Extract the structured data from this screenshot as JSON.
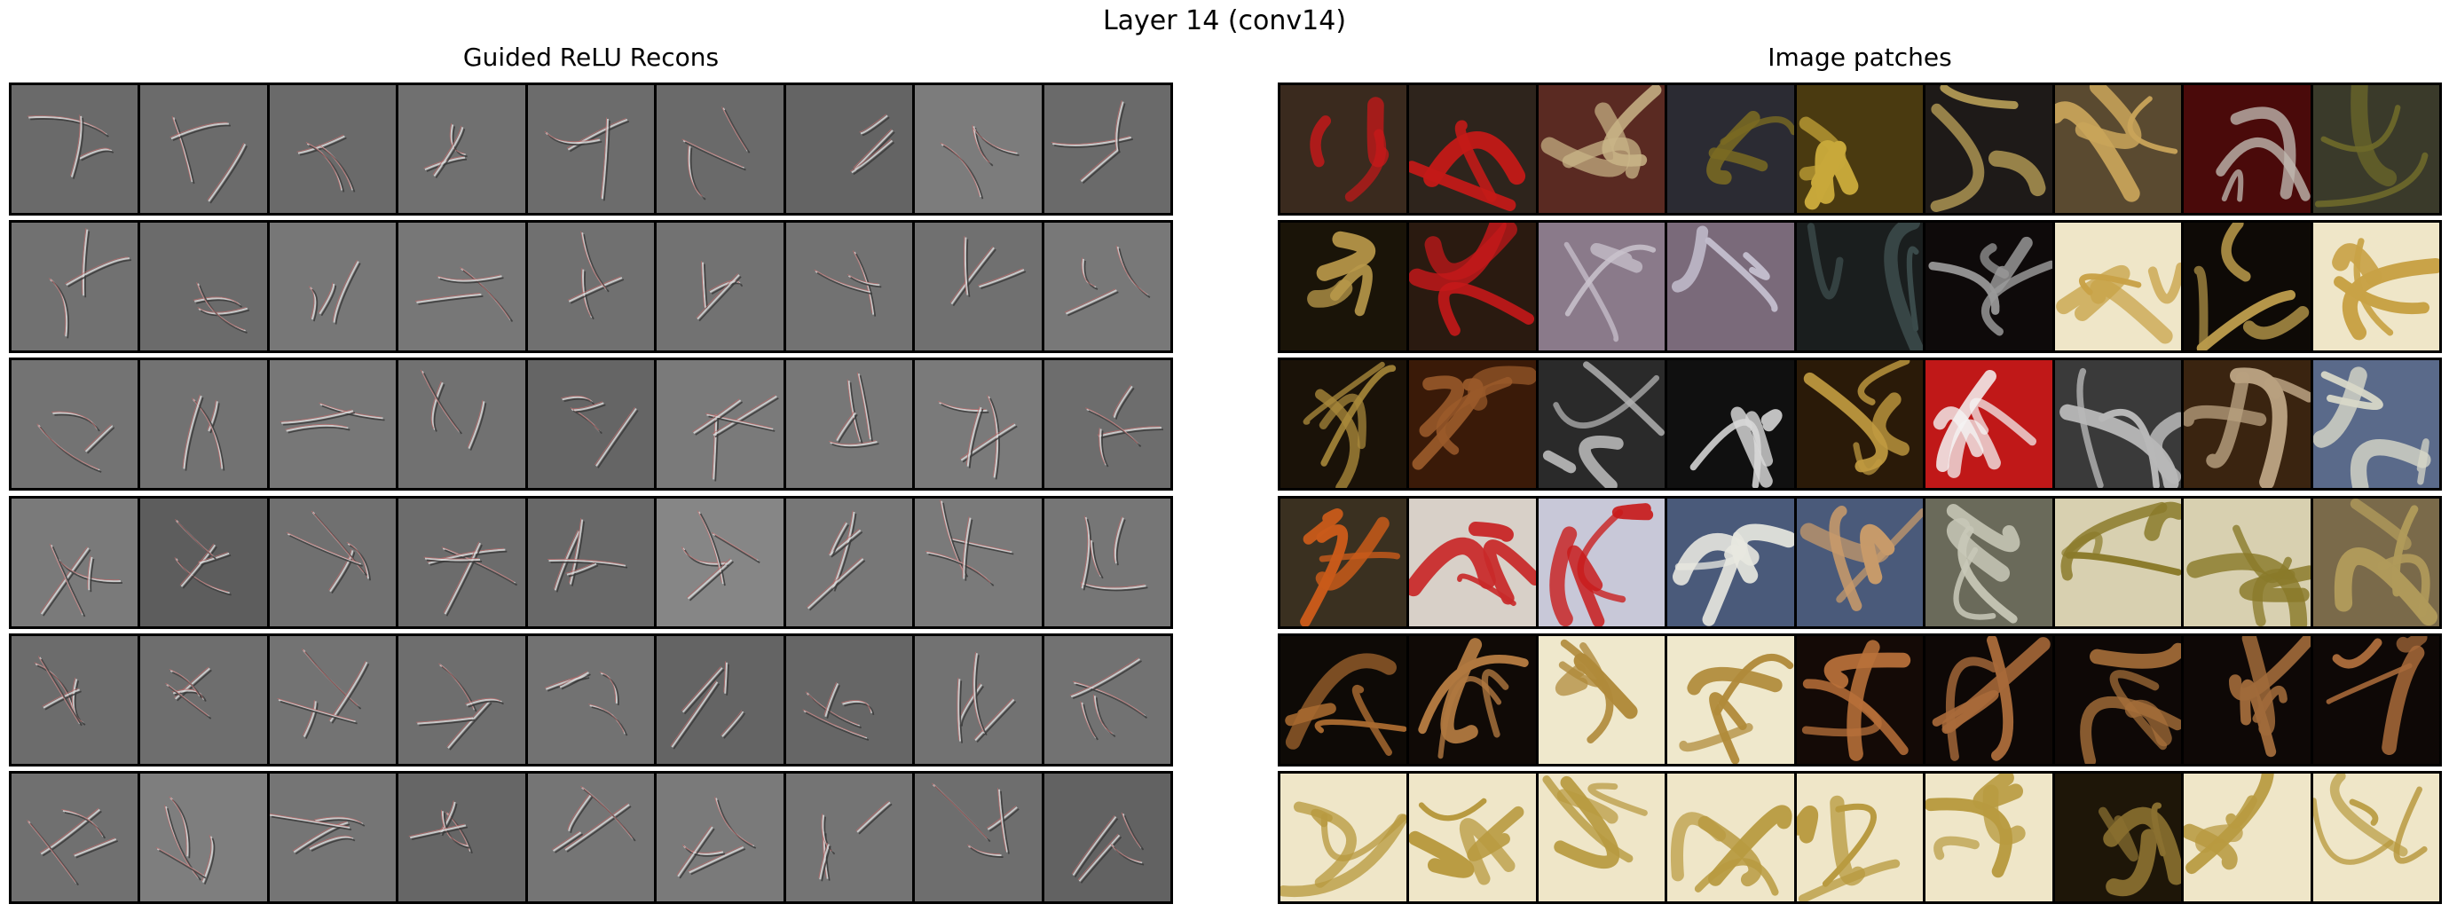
{
  "figure": {
    "title": "Layer 14 (conv14)",
    "left_title": "Guided ReLU Recons",
    "right_title": "Image patches"
  },
  "recon_rows": [
    [
      "#6a6a6a",
      "#6b6b6b",
      "#6a6a6a",
      "#707070",
      "#6c6c6c",
      "#6a6a6a",
      "#646464",
      "#7c7c7c",
      "#6a6a6a"
    ],
    [
      "#717171",
      "#6b6b6b",
      "#777777",
      "#777777",
      "#707070",
      "#727272",
      "#727272",
      "#707070",
      "#787878"
    ],
    [
      "#737373",
      "#727272",
      "#777777",
      "#717171",
      "#656565",
      "#7a7a7a",
      "#777777",
      "#7a7a7a",
      "#6d6d6d"
    ],
    [
      "#7a7a7a",
      "#5d5d5d",
      "#707070",
      "#6c6c6c",
      "#686868",
      "#868686",
      "#777777",
      "#7a7a7a",
      "#767676"
    ],
    [
      "#6c6c6c",
      "#6e6e6e",
      "#737373",
      "#6e6e6e",
      "#727272",
      "#646464",
      "#666666",
      "#727272",
      "#727272"
    ],
    [
      "#707070",
      "#7e7e7e",
      "#757575",
      "#666666",
      "#757575",
      "#7a7a7a",
      "#747474",
      "#6e6e6e",
      "#626262"
    ]
  ],
  "patch_rows": [
    [
      [
        "#3a2a1e",
        "#c8181a"
      ],
      [
        "#2e241c",
        "#c41a18"
      ],
      [
        "#5a2a22",
        "#c9b487"
      ],
      [
        "#2b2b33",
        "#7a6a22"
      ],
      [
        "#4a3a10",
        "#c8a83a"
      ],
      [
        "#1e1a18",
        "#b39a55"
      ],
      [
        "#5a4a30",
        "#c9a45a"
      ],
      [
        "#4a0a0a",
        "#c0b8b0"
      ],
      [
        "#3a3a2a",
        "#6e6a2a"
      ]
    ],
    [
      [
        "#1a1408",
        "#b8984a"
      ],
      [
        "#2a1a10",
        "#c4181a"
      ],
      [
        "#8a7a8a",
        "#c9c2cc"
      ],
      [
        "#7a6a7a",
        "#c2bccc"
      ],
      [
        "#1a1e1e",
        "#3a4a4a"
      ],
      [
        "#0e0a0a",
        "#9a9a9a"
      ],
      [
        "#efe6c8",
        "#c8a246"
      ],
      [
        "#0e0a06",
        "#b8984a"
      ],
      [
        "#efe6c8",
        "#c8a246"
      ]
    ],
    [
      [
        "#1a1208",
        "#a8883a"
      ],
      [
        "#3a1a08",
        "#9a5a2a"
      ],
      [
        "#2a2a2a",
        "#b0b0b0"
      ],
      [
        "#101010",
        "#d8d8d8"
      ],
      [
        "#2a1a08",
        "#c09a40"
      ],
      [
        "#c01818",
        "#f4f4f4"
      ],
      [
        "#3a3a3a",
        "#b8b8b8"
      ],
      [
        "#3a2410",
        "#b8a080"
      ],
      [
        "#5a6a8a",
        "#d8d8c8"
      ]
    ],
    [
      [
        "#3a3020",
        "#c85a1a"
      ],
      [
        "#d8d0c8",
        "#c82a2a"
      ],
      [
        "#c8c8d8",
        "#c81a1a"
      ],
      [
        "#4a5a7a",
        "#e8e8e0"
      ],
      [
        "#4a5a7a",
        "#c89a6a"
      ],
      [
        "#6a6a5a",
        "#c8c8b8"
      ],
      [
        "#d8d0b0",
        "#8a7a2a"
      ],
      [
        "#d8d0b0",
        "#8a7a2a"
      ],
      [
        "#7a6a4a",
        "#b09a5a"
      ]
    ],
    [
      [
        "#0e0a06",
        "#a86a30"
      ],
      [
        "#100a06",
        "#b07840"
      ],
      [
        "#efe8cc",
        "#b08a3a"
      ],
      [
        "#efe8cc",
        "#b08a3a"
      ],
      [
        "#140a06",
        "#b8703a"
      ],
      [
        "#0e0806",
        "#a86a3a"
      ],
      [
        "#0e0806",
        "#a8703a"
      ],
      [
        "#0e0806",
        "#a06a3a"
      ],
      [
        "#0e0806",
        "#a86a3a"
      ]
    ],
    [
      [
        "#efe6c8",
        "#b89a40"
      ],
      [
        "#efe6c8",
        "#b89a40"
      ],
      [
        "#efe6c8",
        "#b89a40"
      ],
      [
        "#efe6c8",
        "#b89a40"
      ],
      [
        "#efe6c8",
        "#b89a40"
      ],
      [
        "#efe6c8",
        "#b89a40"
      ],
      [
        "#1e1608",
        "#8a7030"
      ],
      [
        "#efe6c8",
        "#b89a40"
      ],
      [
        "#efe6c8",
        "#b89a40"
      ]
    ]
  ]
}
